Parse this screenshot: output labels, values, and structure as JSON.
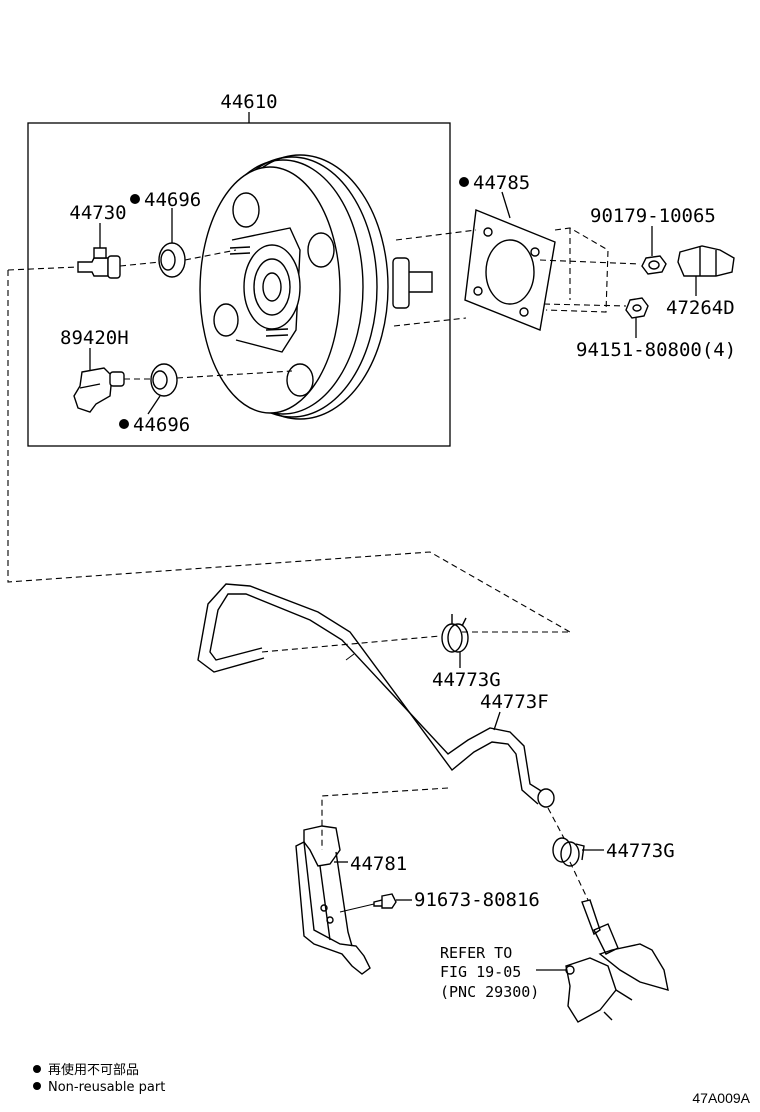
{
  "parts": {
    "booster": "44610",
    "check_valve": "44730",
    "grommet_upper": "44696",
    "grommet_lower": "44696",
    "gasket": "44785",
    "sensor": "89420H",
    "clevis": "47264D",
    "clevis_nut": "90179-10065",
    "nut": "94151-80800(4)",
    "clip_upper": "44773G",
    "hose": "44773F",
    "clip_lower": "44773G",
    "bracket": "44781",
    "bolt": "91673-80816",
    "refer_line1": "REFER TO",
    "refer_line2": "FIG 19-05",
    "refer_line3": "(PNC 29300)"
  },
  "legend": {
    "line_jp": "再使用不可部品",
    "line_en": "Non-reusable part"
  },
  "figure_code": "47A009A"
}
